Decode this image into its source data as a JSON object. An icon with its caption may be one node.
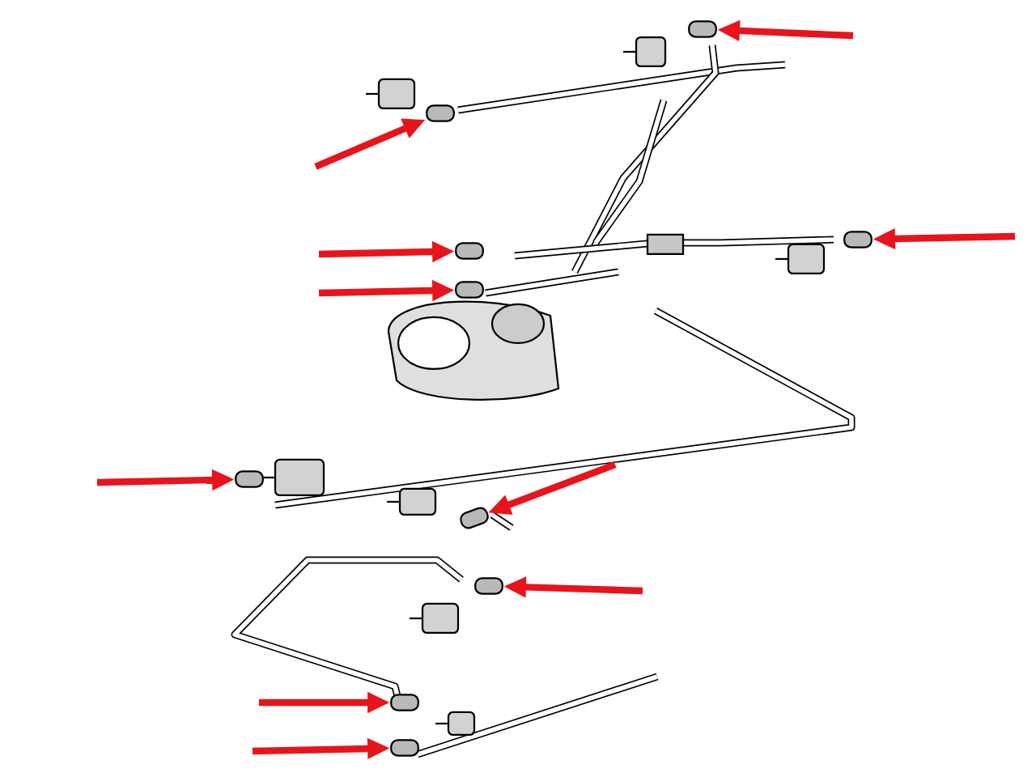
{
  "diagram": {
    "nodes": [
      {
        "text": [],
        "shape": "bar"
      },
      {
        "text": [],
        "shape": "bar"
      },
      {
        "text": [],
        "shape": "bar"
      },
      {
        "text": [],
        "shape": "bar"
      },
      {
        "text": [],
        "shape": "bar"
      },
      {
        "text": [],
        "shape": "bar"
      },
      {
        "text": [],
        "shape": "bar"
      },
      {
        "text": [],
        "shape": "bar"
      },
      {
        "text": [],
        "shape": "bar"
      },
      {
        "text": [],
        "shape": "bar"
      }
    ],
    "edges": [
      {
        "from": null,
        "to": 0,
        "arrow": "to"
      },
      {
        "from": null,
        "to": 1,
        "arrow": "to"
      },
      {
        "from": null,
        "to": 2,
        "arrow": "to"
      },
      {
        "from": null,
        "to": 3,
        "arrow": "to"
      },
      {
        "from": null,
        "to": 4,
        "arrow": "to"
      },
      {
        "from": null,
        "to": 5,
        "arrow": "to"
      },
      {
        "from": null,
        "to": 6,
        "arrow": "to"
      },
      {
        "from": null,
        "to": 7,
        "arrow": "to"
      },
      {
        "from": null,
        "to": 8,
        "arrow": "to"
      },
      {
        "from": null,
        "to": 9,
        "arrow": "to"
      }
    ]
  }
}
